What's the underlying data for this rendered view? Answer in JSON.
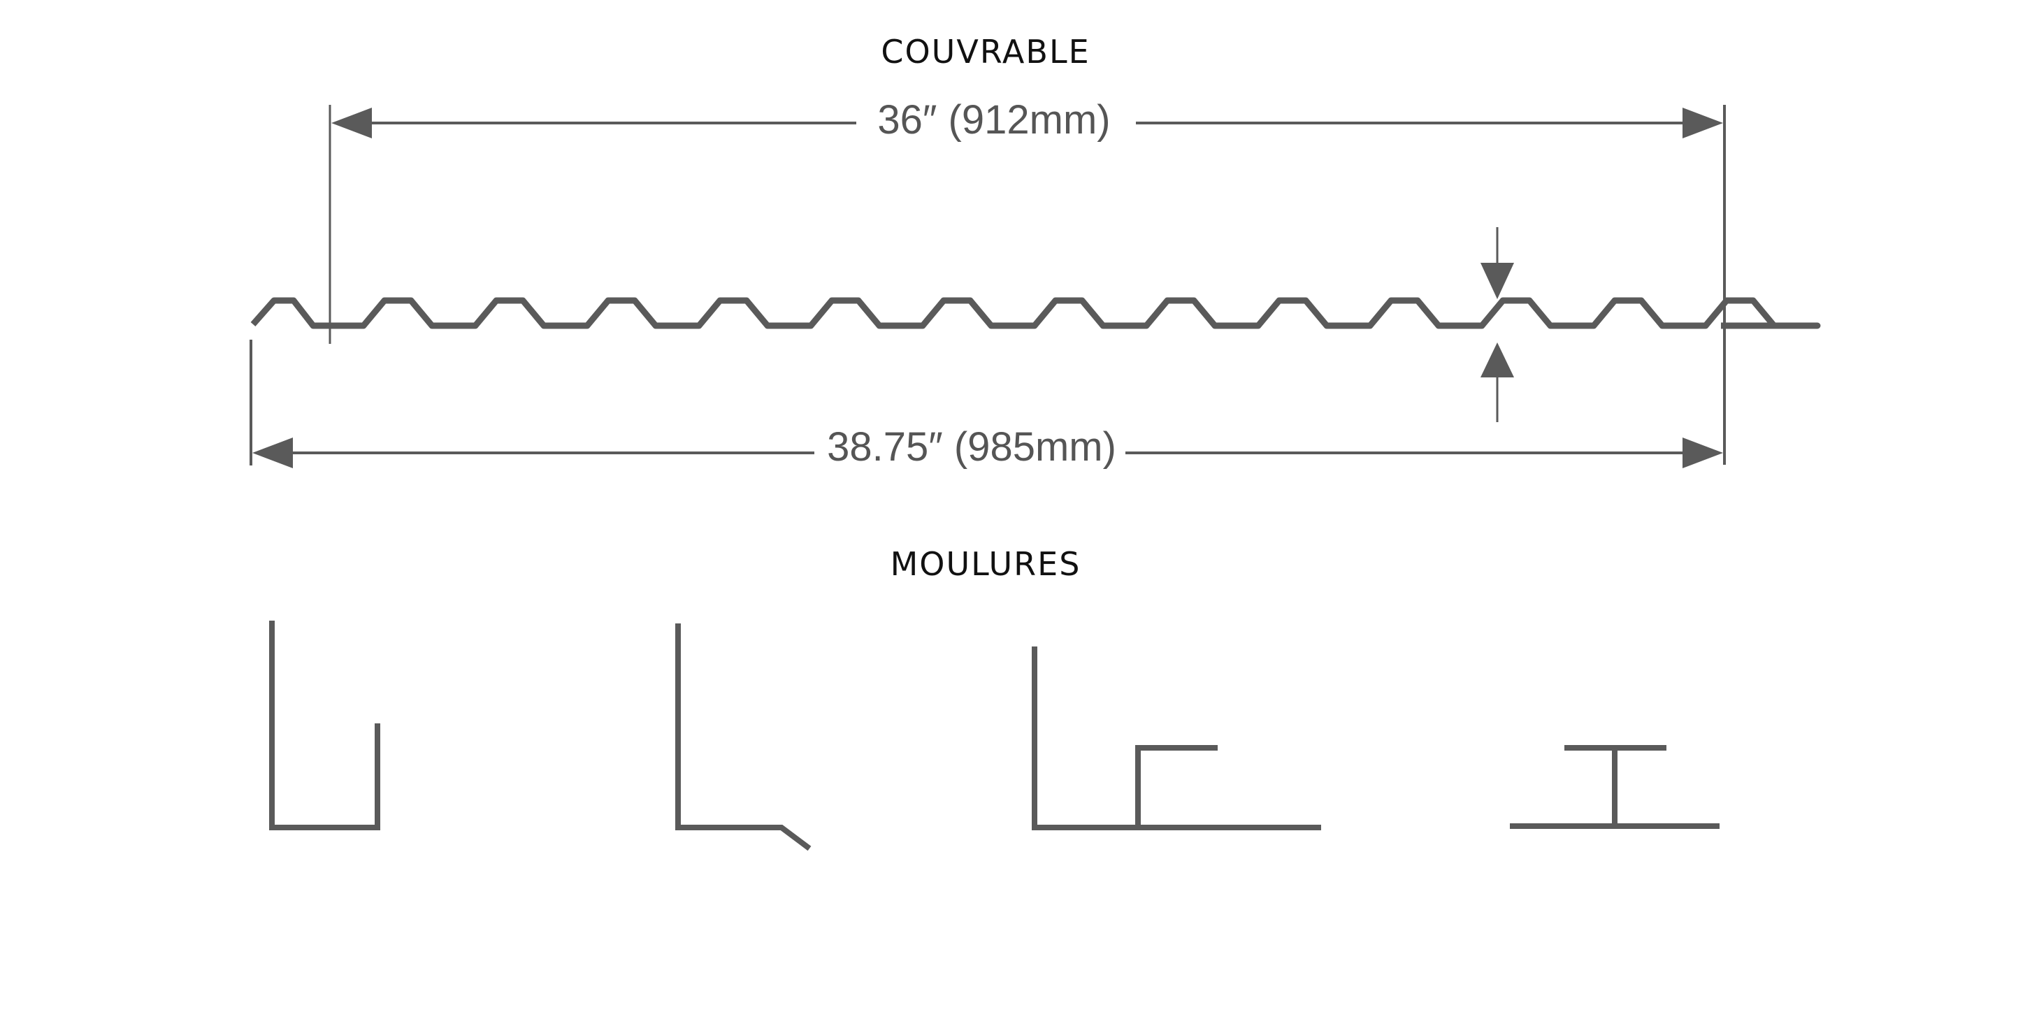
{
  "sections": {
    "profile_title": "COUVRABLE",
    "mouldings_title": "MOULURES"
  },
  "dimensions": {
    "coverage_width": "36″ (912mm)",
    "total_width": "38.75″ (985mm)"
  },
  "colors": {
    "line": "#5a5a5a",
    "text_title": "#111111",
    "text_dimension": "#555555"
  },
  "profile": {
    "type": "corrugated-trapezoidal-sheet",
    "rib_count": 13
  },
  "mouldings": [
    {
      "icon": "u-channel-moulding-icon"
    },
    {
      "icon": "drip-edge-moulding-icon"
    },
    {
      "icon": "j-step-moulding-icon"
    },
    {
      "icon": "t-joint-moulding-icon"
    }
  ]
}
